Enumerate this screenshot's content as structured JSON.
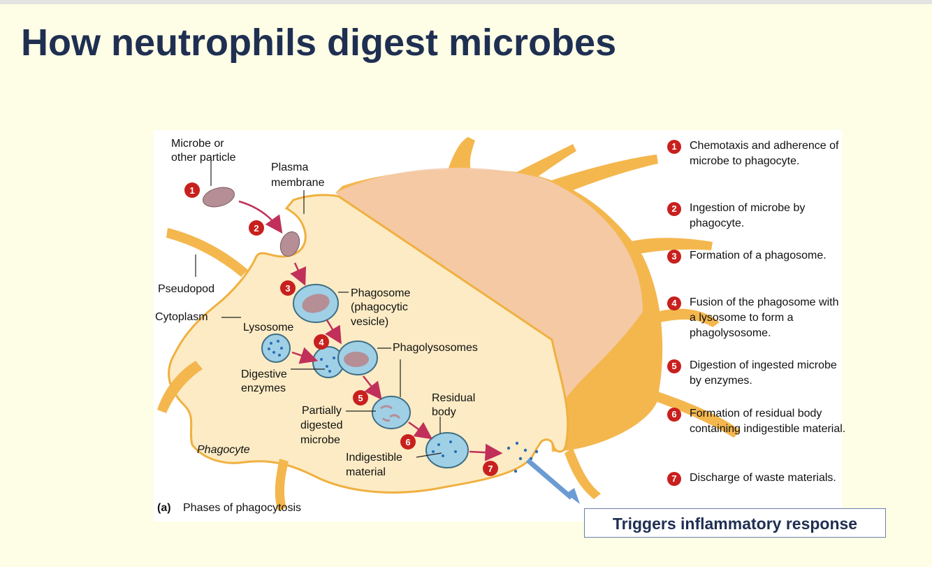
{
  "title": "How neutrophils digest microbes",
  "diagram": {
    "labels": {
      "microbe": [
        "Microbe or",
        "other particle"
      ],
      "plasma_membrane": [
        "Plasma",
        "membrane"
      ],
      "pseudopod": "Pseudopod",
      "cytoplasm": "Cytoplasm",
      "lysosome": "Lysosome",
      "phagosome": [
        "Phagosome",
        "(phagocytic",
        "vesicle)"
      ],
      "phagolysosomes": "Phagolysosomes",
      "digestive_enzymes": [
        "Digestive",
        "enzymes"
      ],
      "residual_body": [
        "Residual",
        "body"
      ],
      "partially_digested": [
        "Partially",
        "digested",
        "microbe"
      ],
      "indigestible": [
        "Indigestible",
        "material"
      ],
      "phagocyte": "Phagocyte",
      "caption_prefix": "(a)",
      "caption": "Phases of phagocytosis"
    },
    "step_markers": [
      "1",
      "2",
      "3",
      "4",
      "5",
      "6",
      "7"
    ]
  },
  "steps": [
    {
      "num": "1",
      "text": "Chemotaxis and adherence of microbe to phagocyte."
    },
    {
      "num": "2",
      "text": "Ingestion of microbe by phagocyte."
    },
    {
      "num": "3",
      "text": "Formation of a phagosome."
    },
    {
      "num": "4",
      "text": "Fusion of the phagosome with a lysosome to form a phagolysosome."
    },
    {
      "num": "5",
      "text": "Digestion of ingested microbe by enzymes."
    },
    {
      "num": "6",
      "text": "Formation of residual body containing indigestible material."
    },
    {
      "num": "7",
      "text": "Discharge of waste materials."
    }
  ],
  "callout": "Triggers inflammatory response",
  "colors": {
    "title": "#1f2f52",
    "cell_outer": "#f4b74e",
    "cell_inner": "#fcebc4",
    "cut_face": "#f3cdb3",
    "badge": "#c8201e",
    "vesicle": "#9fd0e6",
    "microbe": "#b58e96",
    "arrow": "#c0305a",
    "callout_arrow": "#6b9bd3"
  }
}
